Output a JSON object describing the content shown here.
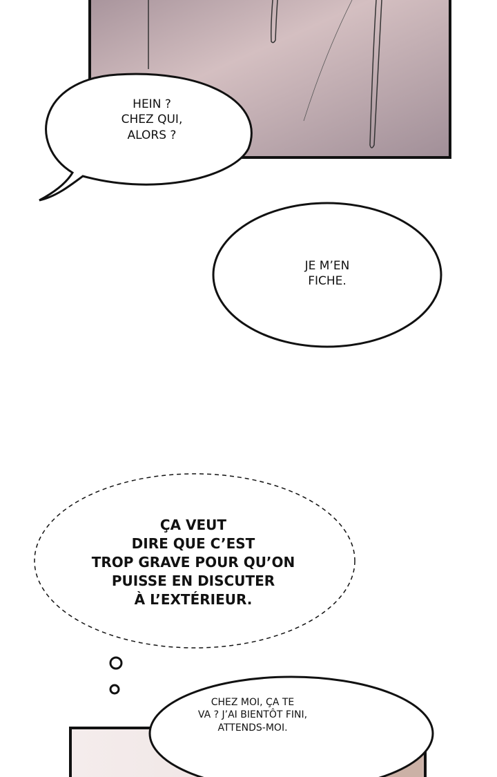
{
  "bubbles": {
    "speech_1": {
      "lines": [
        "HEIN ?",
        "CHEZ QUI,",
        "ALORS ?"
      ]
    },
    "speech_2": {
      "lines": [
        "JE M’EN",
        "FICHE."
      ]
    },
    "thought": {
      "lines": [
        "ÇA VEUT",
        "DIRE QUE C’EST",
        "TROP GRAVE POUR QU’ON",
        "PUISSE EN DISCUTER",
        "À L’EXTÉRIEUR."
      ]
    },
    "speech_3": {
      "lines": [
        "CHEZ MOI, ÇA TE",
        "VA ? J’AI BIENTÔT FINI,",
        "ATTENDS-MOI."
      ]
    }
  },
  "colors": {
    "panel_top": "#c9b3b8",
    "panel_bottom": "#e8d9d6",
    "ink": "#111111"
  }
}
